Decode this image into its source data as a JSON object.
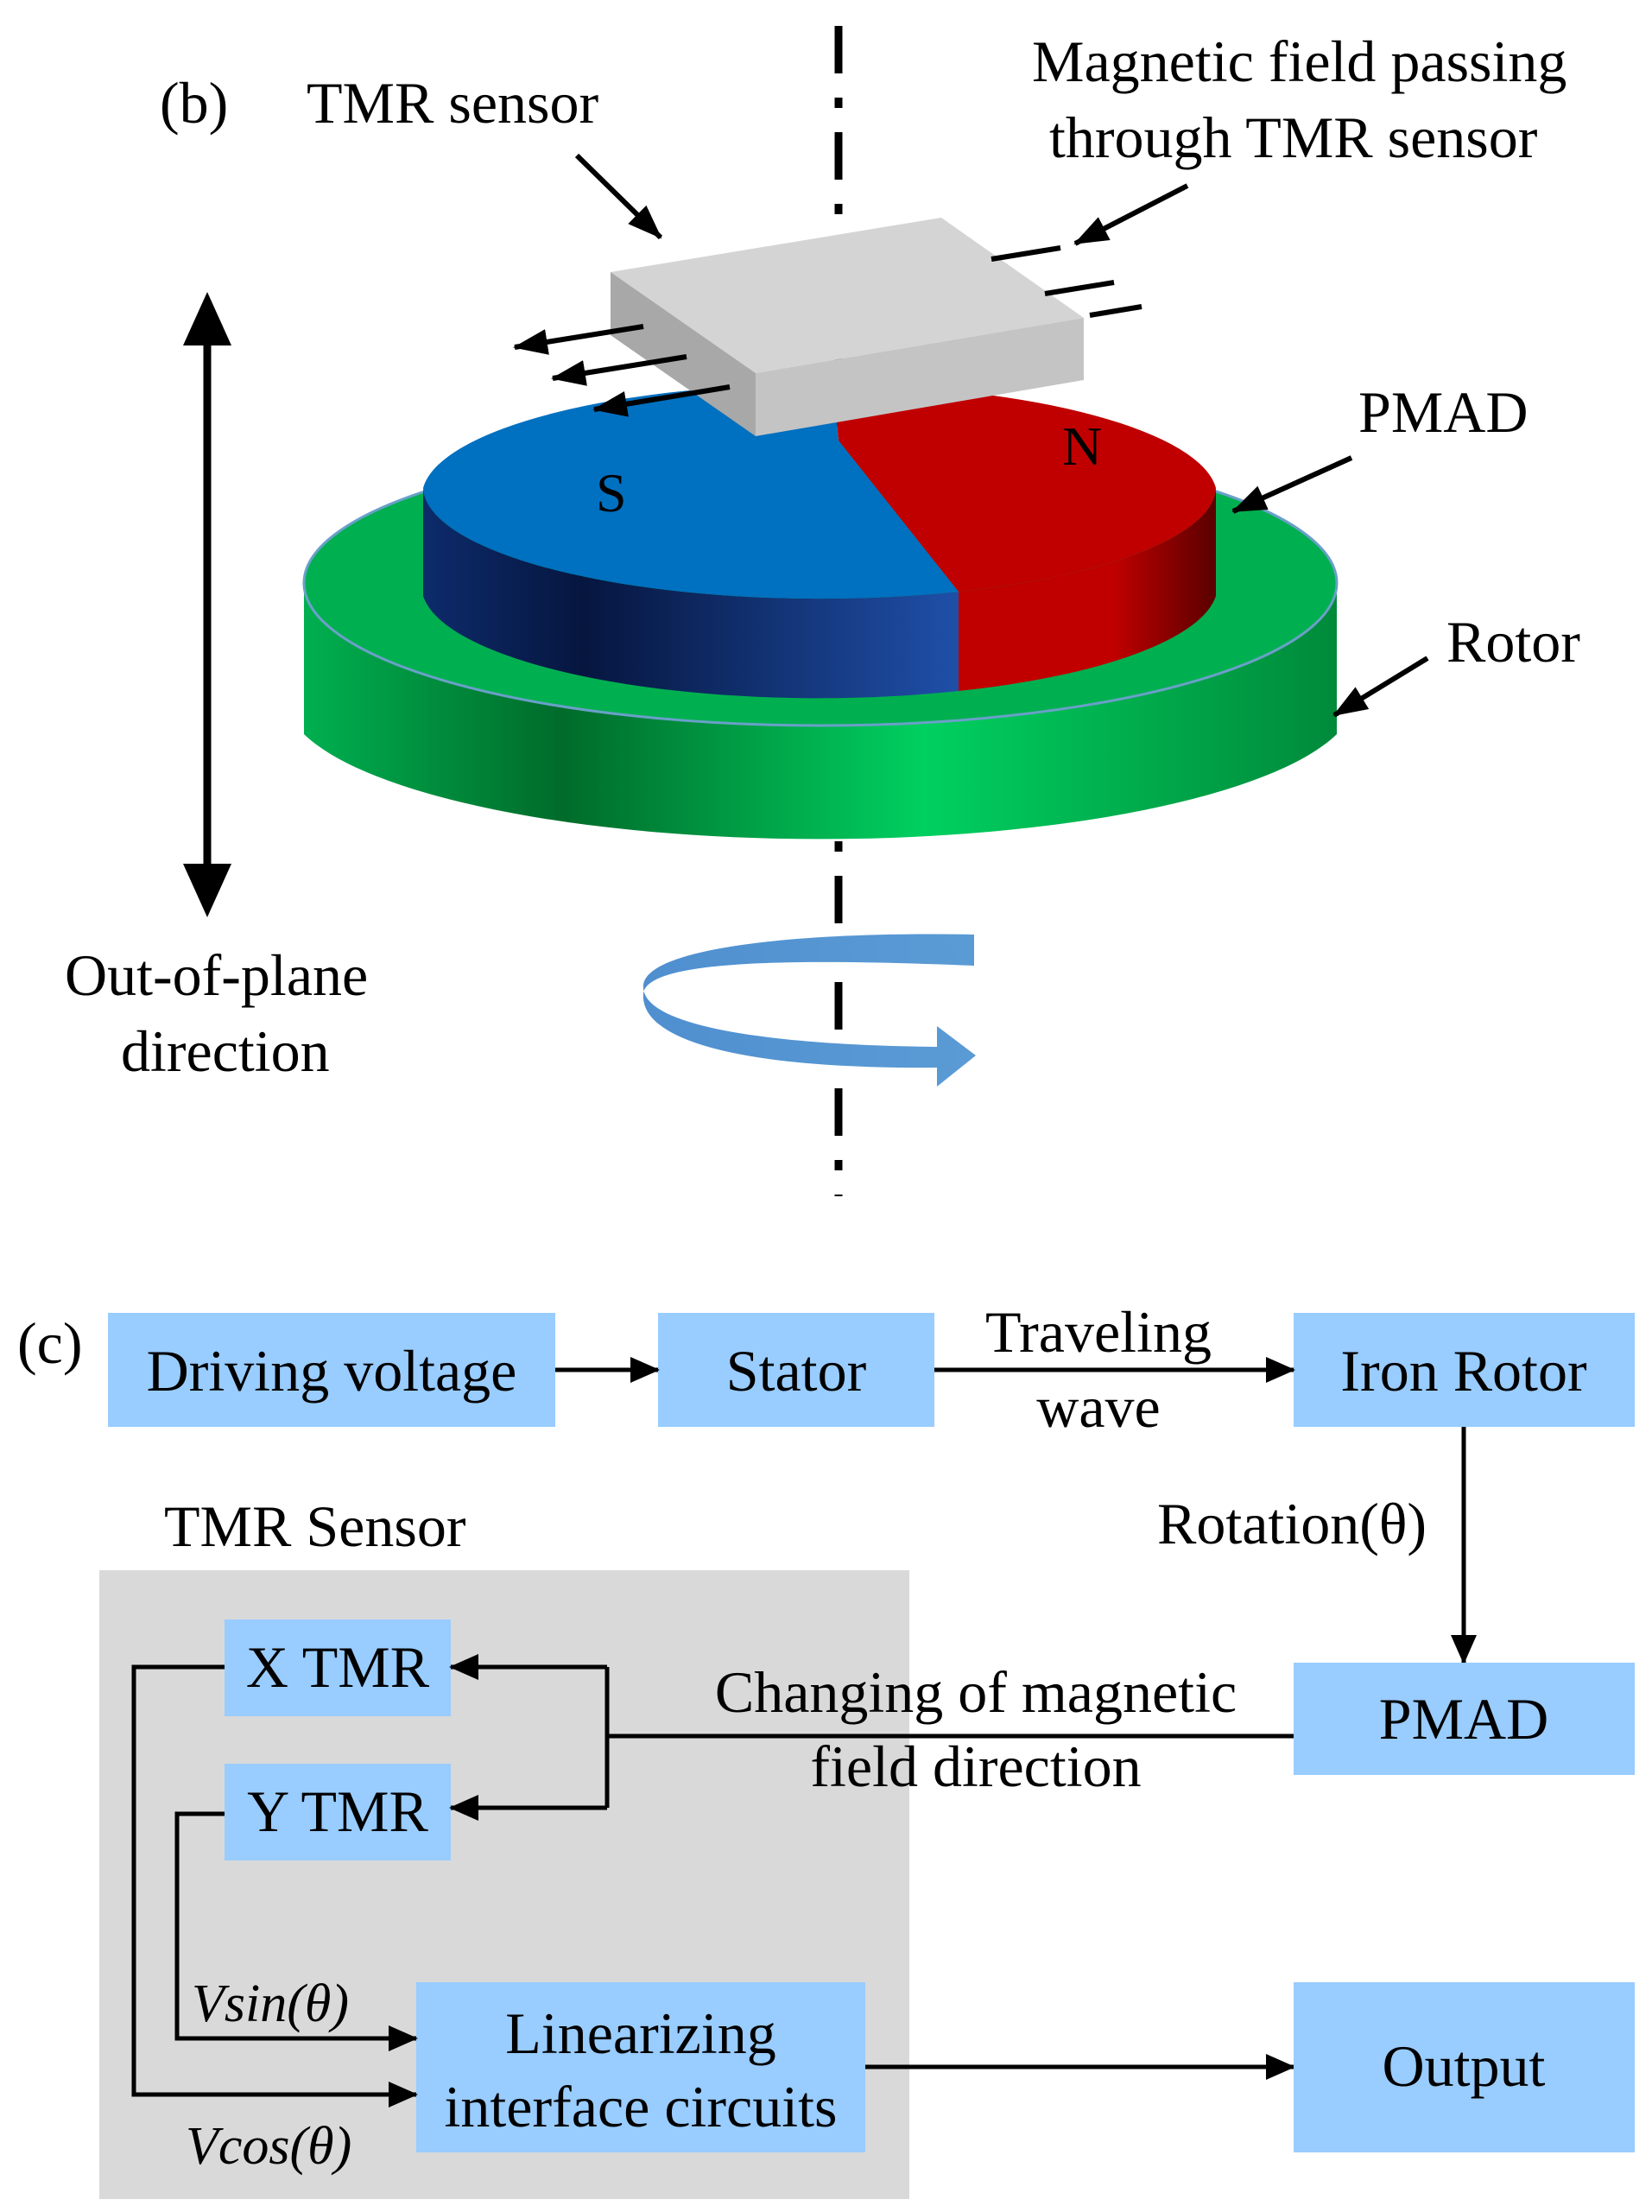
{
  "panel_b": {
    "label": "(b)",
    "tmr_sensor_label": "TMR sensor",
    "field_label_line1": "Magnetic field passing",
    "field_label_line2": "through TMR sensor",
    "pmad_label": "PMAD",
    "rotor_label": "Rotor",
    "south_pole": "S",
    "north_pole": "N",
    "direction_line1": "Out-of-plane",
    "direction_line2": "direction",
    "colors": {
      "rotor_green": "#00b050",
      "south_blue": "#0070c0",
      "north_red": "#c00000",
      "sensor_grey": "#c8c8c8",
      "rotation_arrow": "#5b9bd5"
    }
  },
  "panel_c": {
    "label": "(c)",
    "driving_voltage": "Driving voltage",
    "stator": "Stator",
    "traveling_line1": "Traveling",
    "traveling_line2": "wave",
    "iron_rotor": "Iron Rotor",
    "rotation": "Rotation(θ)",
    "pmad": "PMAD",
    "changing_line1": "Changing of magnetic",
    "changing_line2": "field direction",
    "tmr_group_title": "TMR Sensor",
    "x_tmr": "X TMR",
    "y_tmr": "Y TMR",
    "vsin": "Vsin(θ)",
    "vcos": "Vcos(θ)",
    "linearizing_line1": "Linearizing",
    "linearizing_line2": "interface circuits",
    "output": "Output",
    "colors": {
      "box": "#99ccff",
      "group": "#d9d9d9"
    }
  }
}
